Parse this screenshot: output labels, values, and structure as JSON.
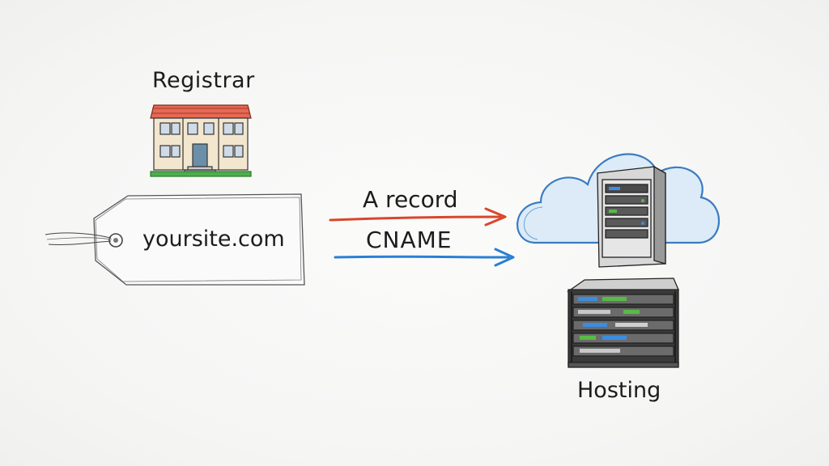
{
  "registrar": {
    "label": "Registrar",
    "icon": "registrar-building-icon"
  },
  "domain": {
    "label": "yoursite.com",
    "icon": "domain-tag-icon"
  },
  "connections": [
    {
      "label": "A record",
      "color": "#d9472b",
      "icon": "red-arrow-icon"
    },
    {
      "label": "CNAME",
      "color": "#2a7fd4",
      "icon": "blue-arrow-icon"
    }
  ],
  "hosting": {
    "label": "Hosting",
    "icons": [
      "cloud-icon",
      "server-tower-icon",
      "server-rack-icon"
    ]
  }
}
